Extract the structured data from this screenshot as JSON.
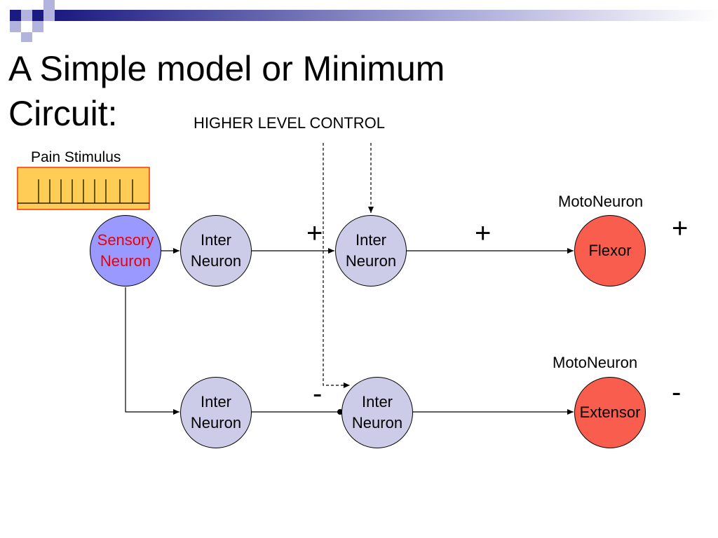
{
  "slide": {
    "title_line1": "A Simple model or Minimum",
    "title_line2": "Circuit:"
  },
  "labels": {
    "higher_level_control": "HIGHER LEVEL CONTROL",
    "pain_stimulus": "Pain Stimulus",
    "motoneuron_top": "MotoNeuron",
    "motoneuron_bottom": "MotoNeuron"
  },
  "nodes": {
    "sensory": {
      "line1": "Sensory",
      "line2": "Neuron"
    },
    "inter_top_1": {
      "line1": "Inter",
      "line2": "Neuron"
    },
    "inter_top_2": {
      "line1": "Inter",
      "line2": "Neuron"
    },
    "inter_bottom_1": {
      "line1": "Inter",
      "line2": "Neuron"
    },
    "inter_bottom_2": {
      "line1": "Inter",
      "line2": "Neuron"
    },
    "flexor": "Flexor",
    "extensor": "Extensor"
  },
  "signs": {
    "plus_higher_control": "+",
    "plus_to_flexor": "+",
    "plus_flexor_right": "+",
    "minus_higher_control": "-",
    "minus_extensor_right": "-"
  },
  "colors": {
    "inter_neuron": "#cccce8",
    "sensory_neuron": "#9999ff",
    "sensory_text": "#ee0000",
    "motor_neuron": "#f95d4d",
    "stimulus_box": "#ffcc55",
    "stimulus_border": "#ff3300",
    "corner_navy": "#1a1a80",
    "corner_light": "#b3b3e0"
  }
}
